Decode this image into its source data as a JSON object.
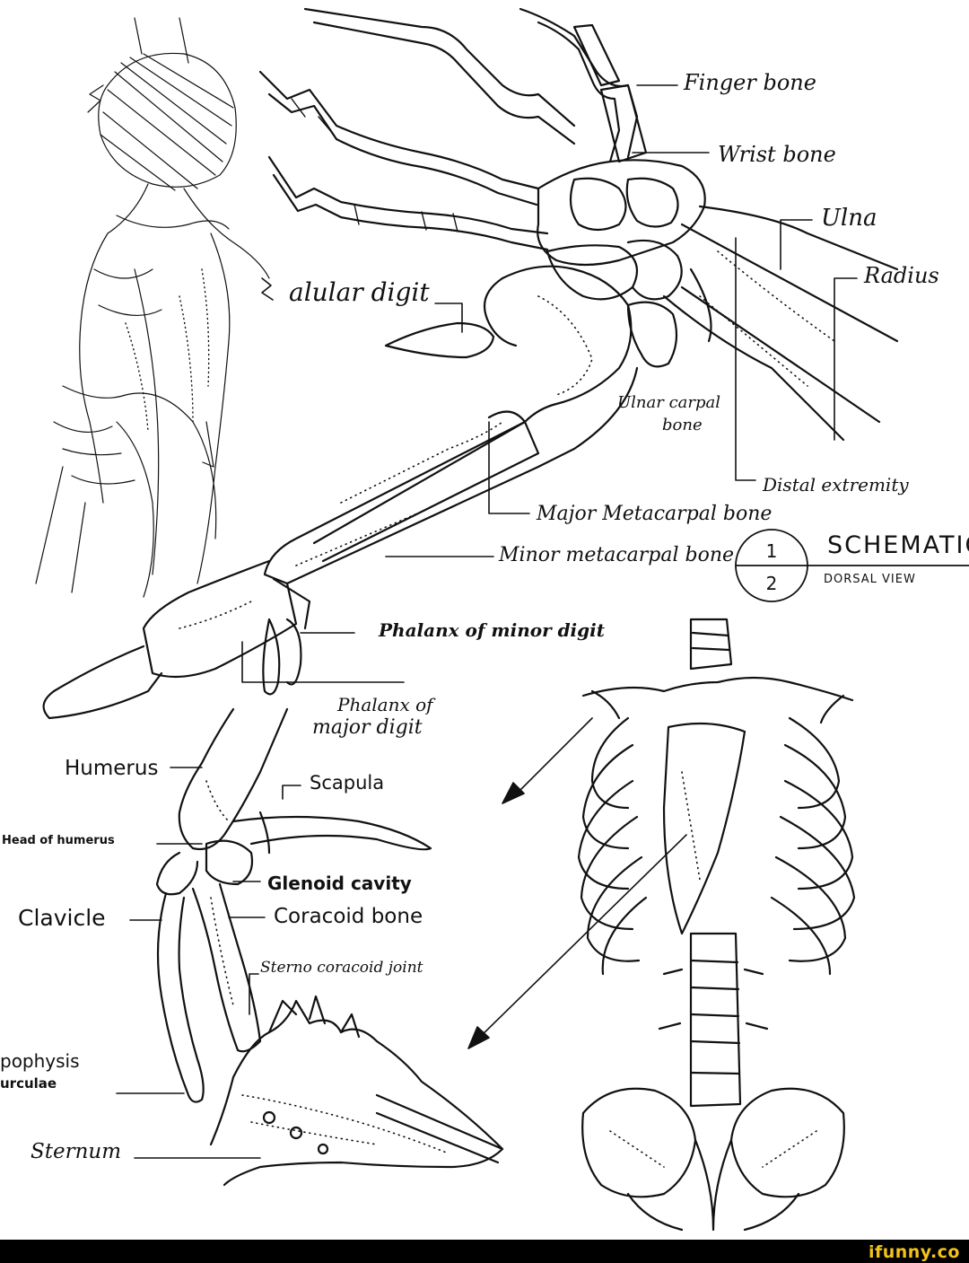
{
  "labels": {
    "finger_bone": "Finger bone",
    "wrist_bone": "Wrist bone",
    "ulna": "Ulna",
    "radius": "Radius",
    "alular_digit": "alular digit",
    "ulnar_carpal_line1": "Ulnar carpal",
    "ulnar_carpal_line2": "bone",
    "distal_extremity": "Distal extremity",
    "major_metacarpal": "Major Metacarpal bone",
    "minor_metacarpal": "Minor metacarpal bone",
    "phalanx_minor": "Phalanx of minor digit",
    "phalanx_major_line1": "Phalanx of",
    "phalanx_major_line2": "major digit",
    "humerus": "Humerus",
    "scapula": "Scapula",
    "head_of_humerus": "Head of humerus",
    "glenoid_cavity": "Glenoid cavity",
    "clavicle": "Clavicle",
    "coracoid_bone": "Coracoid bone",
    "sterno_coracoid": "Sterno coracoid joint",
    "apophysis_line1": "pophysis",
    "apophysis_line2": "urculae",
    "sternum": "Sternum"
  },
  "schematic": {
    "title": "SCHEMATIC",
    "subtitle": "DORSAL VIEW",
    "num_top": "1",
    "num_bottom": "2"
  },
  "footer": {
    "watermark": "ifunny.co",
    "watermark_color": "#f2c21b",
    "bar_color": "#000000"
  }
}
